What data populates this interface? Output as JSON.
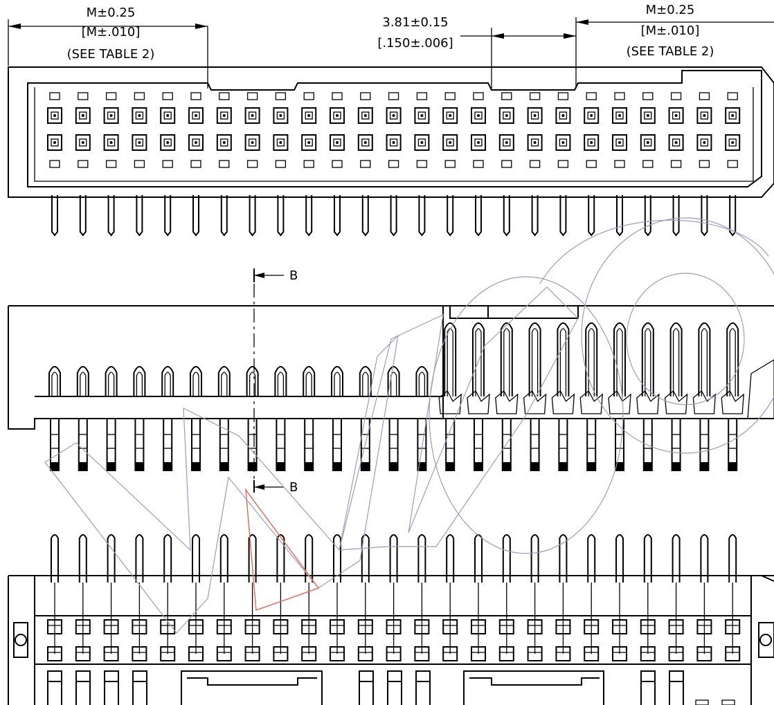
{
  "dimensions": {
    "left": {
      "metric": "M±0.25",
      "imperial": "[M±.010]",
      "note": "(SEE TABLE 2)"
    },
    "pitch": {
      "metric": "3.81±0.15",
      "imperial": "[.150±.006]"
    },
    "right": {
      "metric": "M±0.25",
      "imperial": "[M±.010]",
      "note": "(SEE TABLE 2)"
    }
  },
  "section": {
    "top_label": "B",
    "bottom_label": "B"
  },
  "connector": {
    "pin_columns": 25,
    "rows_per_column": 2
  },
  "watermark": {
    "color": "#9b9bbd",
    "accent": "#e07060"
  }
}
